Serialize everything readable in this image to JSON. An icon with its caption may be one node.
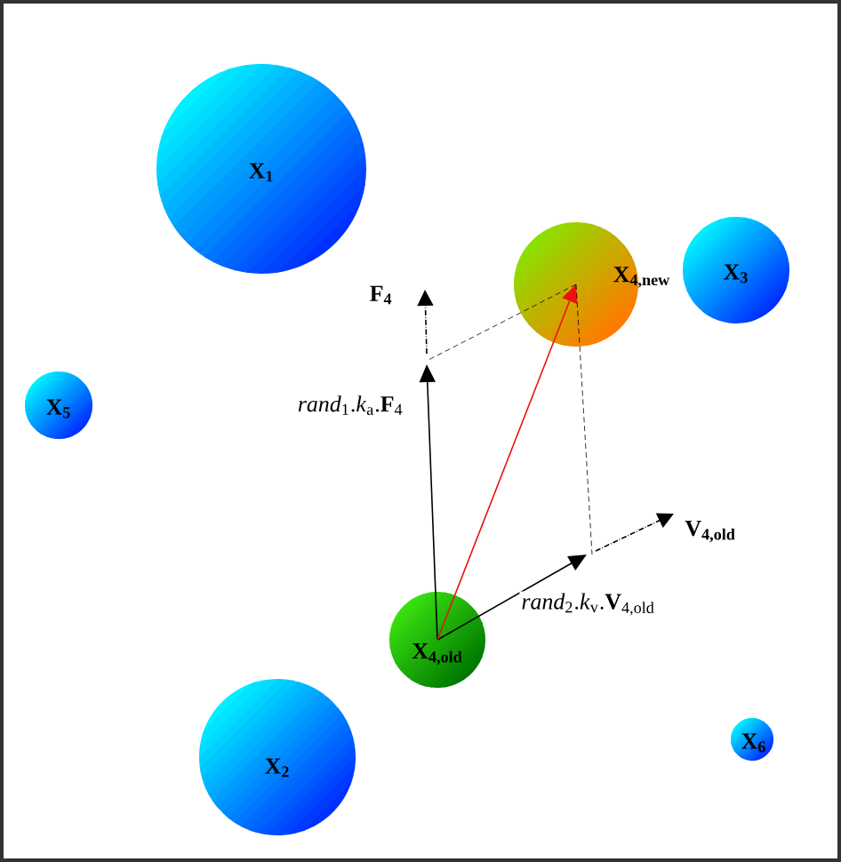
{
  "diagram": {
    "nodes": [
      {
        "text": [
          "X$_{1}$"
        ]
      },
      {
        "text": [
          "X$_{4,new}$"
        ]
      },
      {
        "text": [
          "X$_{3}$"
        ]
      },
      {
        "text": [
          "X$_{5}$"
        ]
      },
      {
        "text": [
          "X$_{4,old}$"
        ]
      },
      {
        "text": [
          "X$_{2}$"
        ]
      },
      {
        "text": [
          "X$_{6}$"
        ]
      }
    ],
    "edges": [
      {
        "from": 4,
        "to": null,
        "arrow": "to",
        "label": "*rand*$_{1}$.*k*$_{a}$.**F**$_{4}$"
      },
      {
        "from": 4,
        "to": null,
        "arrow": "to",
        "label": "*rand*$_{2}$.*k*$_{v}$.**V**$_{4,old}$"
      },
      {
        "from": 4,
        "to": 1,
        "arrow": "to",
        "color": "#ee1111"
      },
      {
        "from": 1,
        "to": null,
        "arrow": "none",
        "style": "dashed"
      },
      {
        "from": 1,
        "to": null,
        "arrow": "none",
        "style": "dashed"
      }
    ],
    "labels": [
      "F$_{4}$",
      "V$_{4,old}$"
    ]
  }
}
